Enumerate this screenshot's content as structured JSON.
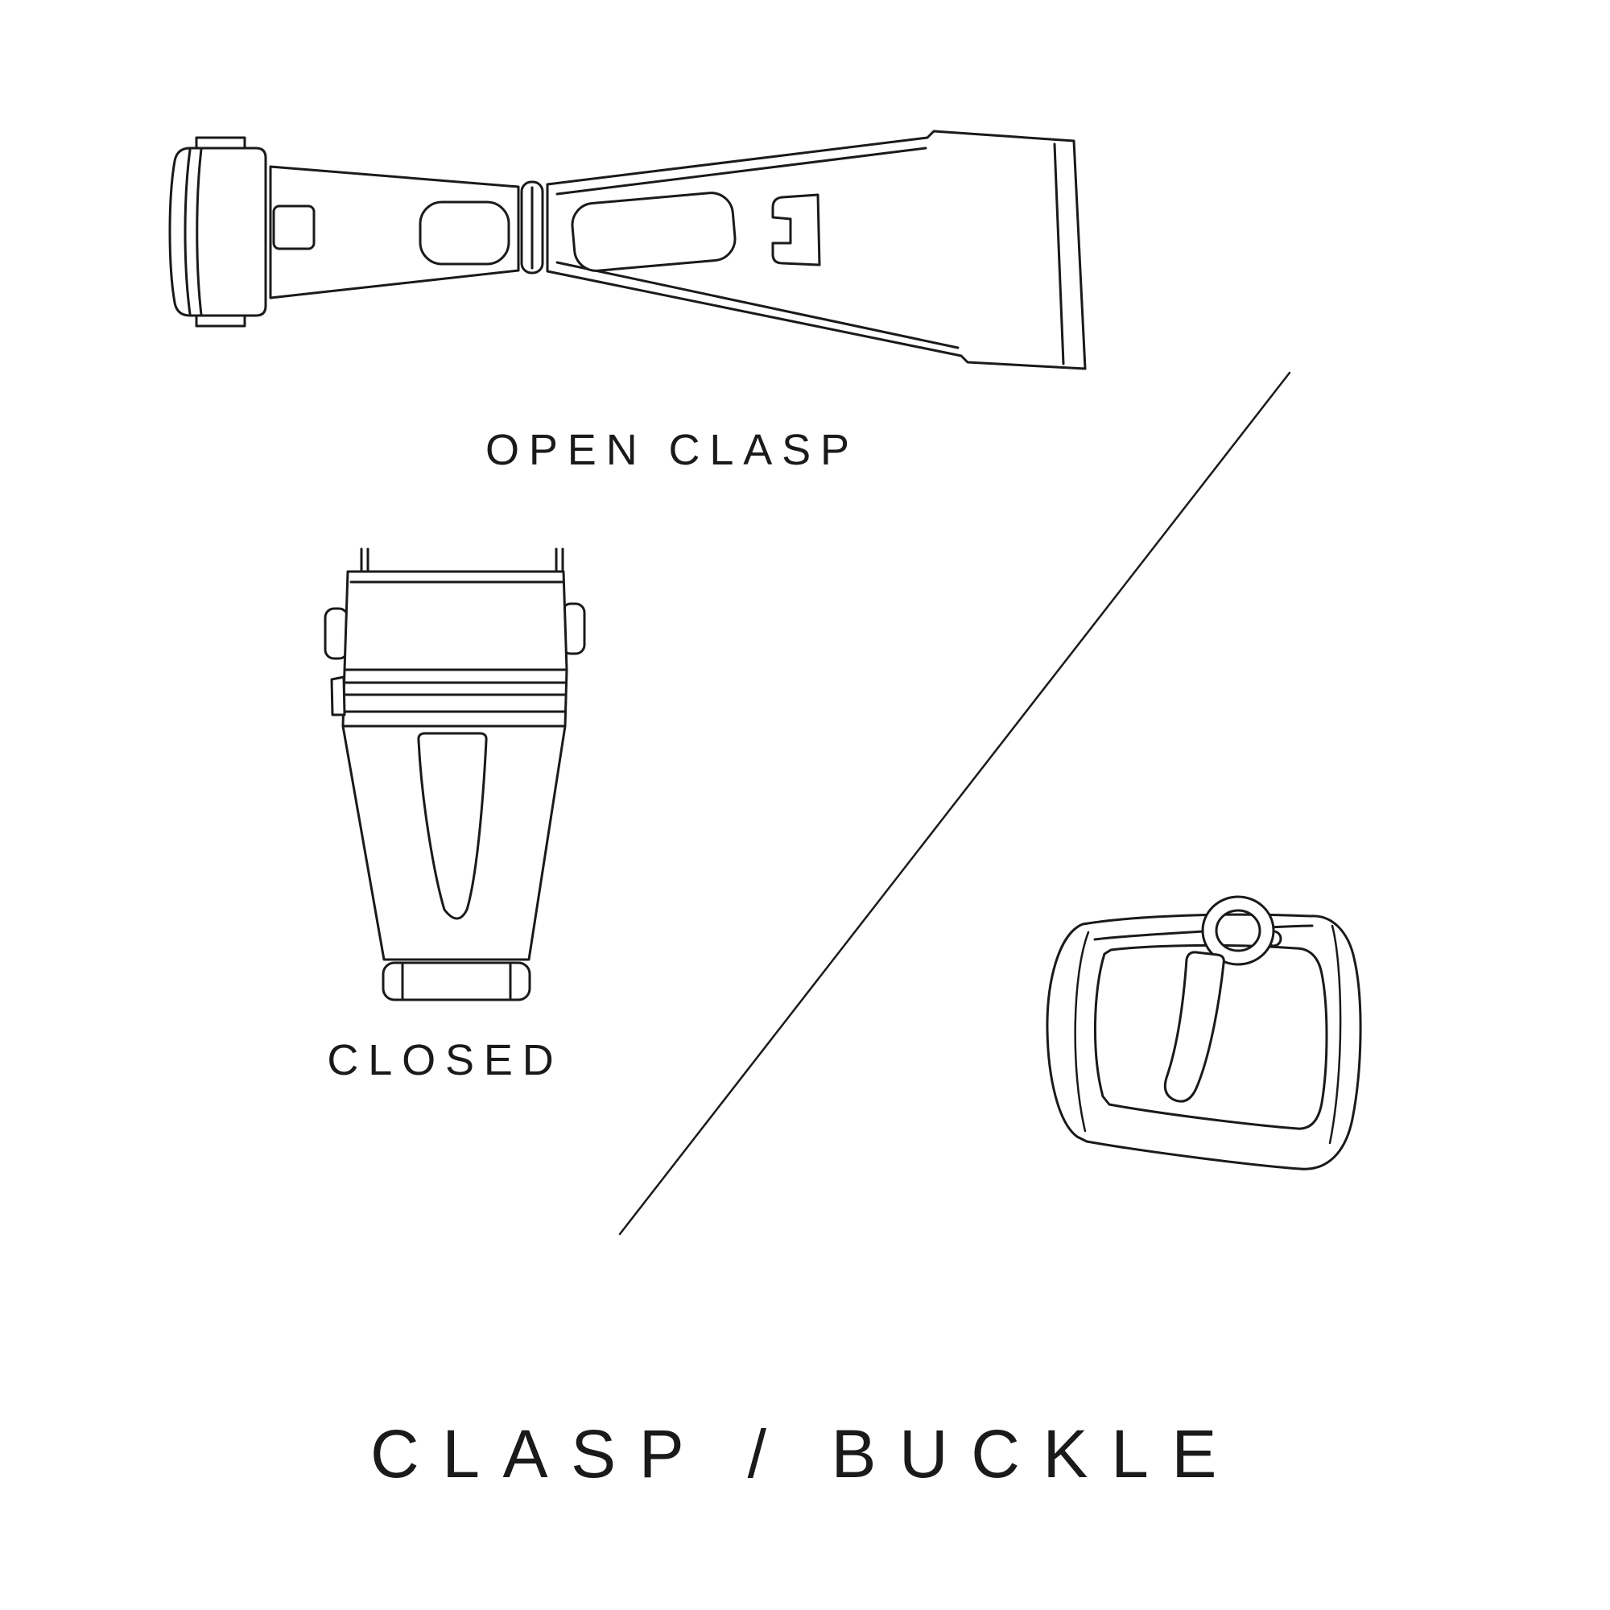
{
  "canvas": {
    "background": "#ffffff",
    "line_color": "#1a1a1a",
    "text_color": "#1a1a1a"
  },
  "diagram": {
    "title": "CLASP / BUCKLE",
    "labels": {
      "open_clasp": "OPEN CLASP",
      "closed": "CLOSED"
    },
    "illustrations": [
      {
        "name": "open-clasp-illustration",
        "caption": "OPEN CLASP"
      },
      {
        "name": "closed-clasp-illustration",
        "caption": "CLOSED"
      },
      {
        "name": "tang-buckle-illustration",
        "caption": ""
      }
    ]
  }
}
